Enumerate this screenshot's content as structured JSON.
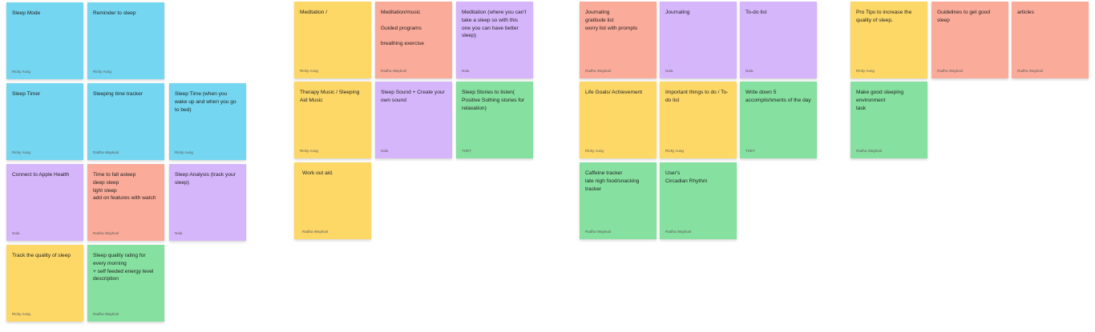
{
  "colors": {
    "blue": "#74d6f0",
    "yellow": "#fdd867",
    "salmon": "#fbab9a",
    "purple": "#d6b6fb",
    "green": "#86e0a0"
  },
  "notes": [
    {
      "text": "Sleep Mode",
      "author": "Ricky Aung"
    },
    {
      "text": "Reminder to sleep",
      "author": "Ricky Aung"
    },
    {
      "text": "Sleep Timer",
      "author": "Ricky Aung"
    },
    {
      "text": "Sleeping time tracker",
      "author": "Radha Waykool"
    },
    {
      "text": "Sleep Time (when you wake up and when you go to bed)",
      "author": "Ricky Aung"
    },
    {
      "text": "Connect to Apple Health",
      "author": "Nala"
    },
    {
      "text": "Time to fall asleep\ndeep sleep\nlight sleep\nadd on features with watch",
      "author": "Radha Waykool"
    },
    {
      "text": "Sleep Analysis (track your sleep)",
      "author": "Nala"
    },
    {
      "text": "Track the quality of sleep",
      "author": "Ricky Aung"
    },
    {
      "text": "Sleep quality rating for every morning\n+ self feeded energy level description",
      "author": "Radha Waykool"
    },
    {
      "text": "Meditation /",
      "author": "Ricky Aung"
    },
    {
      "text": "Meditation/music\n\nGuided programs\n\nbreathing exercise",
      "author": "Radha Waykool"
    },
    {
      "text": "Meditation (where you can't take a sleep so with this one you can have better sleep)",
      "author": "Nala"
    },
    {
      "text": "Therapy Music / Sleeping Aid Music",
      "author": "Ricky Aung"
    },
    {
      "text": "Sleep Sound + Create your own sound",
      "author": "Nala"
    },
    {
      "text": "Sleep Stories to listen( Positive Sothing stories for relaxation)",
      "author": "THET"
    },
    {
      "text": "Work out aid.",
      "author": "Radha Waykool"
    },
    {
      "text": "Journaling\ngratitude list\nworry list with prompts",
      "author": "Radha Waykool"
    },
    {
      "text": "Journaling",
      "author": "Nala"
    },
    {
      "text": "To-do list",
      "author": "Nala"
    },
    {
      "text": "Life Goals/ Achievement",
      "author": "Ricky Aung"
    },
    {
      "text": "Important things to do / To-do list",
      "author": "Ricky Aung"
    },
    {
      "text": "Write down 5 accomplishments of the day",
      "author": "THET"
    },
    {
      "text": "Caffeine tracker\nlate nigh food/snacking tracker",
      "author": "Radha Waykool"
    },
    {
      "text": "User's\nCircadian Rhythm",
      "author": "Radha Waykool"
    },
    {
      "text": "Pro Tips to increase the quality of sleep.",
      "author": "Ricky Aung"
    },
    {
      "text": "Guidelines to get good sleep",
      "author": "Radha Waykool"
    },
    {
      "text": "articles",
      "author": "Radha Waykool"
    },
    {
      "text": "Make good sleeping environment\ntask",
      "author": "Radha Waykool"
    }
  ]
}
